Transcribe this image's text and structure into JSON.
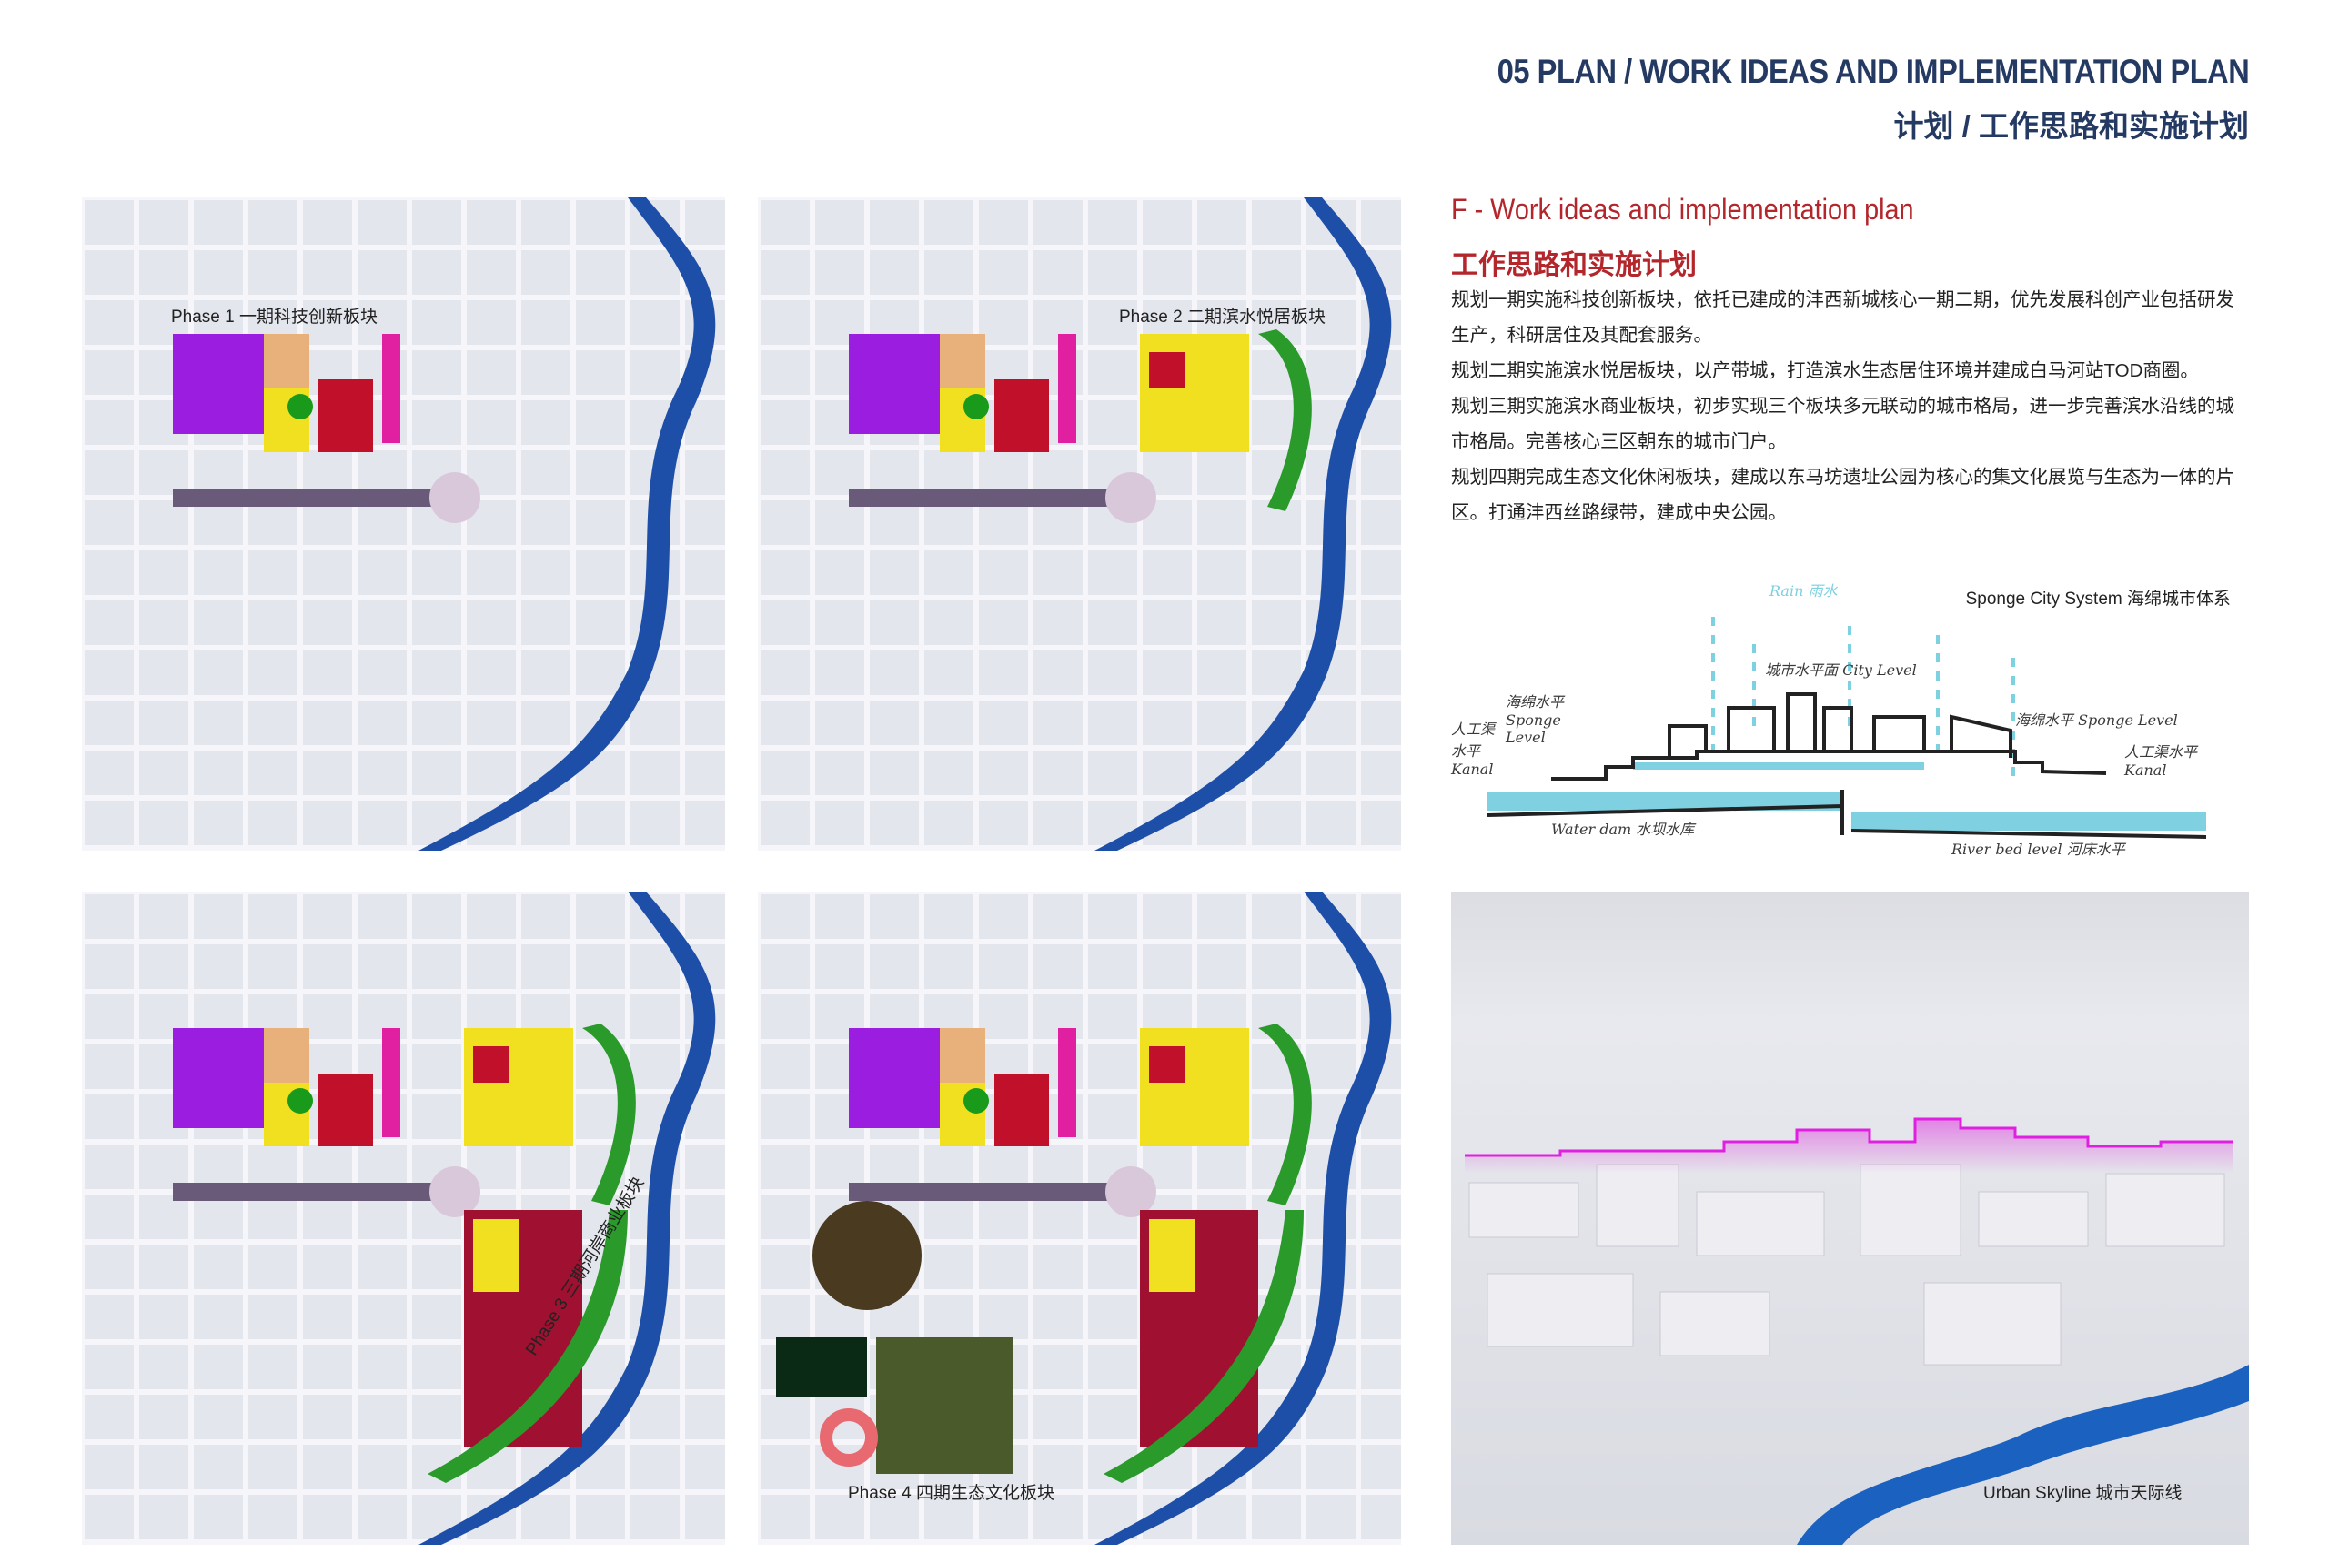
{
  "header": {
    "title_en": "05 PLAN / WORK IDEAS AND IMPLEMENTATION PLAN",
    "title_cn": "计划 / 工作思路和实施计划"
  },
  "section": {
    "title_en": "F - Work ideas and implementation plan",
    "title_cn": "工作思路和实施计划",
    "paragraphs": [
      "规划一期实施科技创新板块，依托已建成的沣西新城核心一期二期，优先发展科创产业包括研发生产，科研居住及其配套服务。",
      "规划二期实施滨水悦居板块，以产带城，打造滨水生态居住环境并建成白马河站TOD商圈。",
      "规划三期实施滨水商业板块，初步实现三个板块多元联动的城市格局，进一步完善滨水沿线的城市格局。完善核心三区朝东的城市门户。",
      "规划四期完成生态文化休闲板块，建成以东马坊遗址公园为核心的集文化展览与生态为一体的片区。打通沣西丝路绿带，建成中央公园。"
    ]
  },
  "phases": [
    {
      "label": "Phase 1 一期科技创新板块",
      "stage": 1
    },
    {
      "label": "Phase 2 二期滨水悦居板块",
      "stage": 2
    },
    {
      "label": "Phase 3 三期河岸商业板块",
      "stage": 3
    },
    {
      "label": "Phase 4 四期生态文化板块",
      "stage": 4
    }
  ],
  "sponge": {
    "title": "Sponge City System 海绵城市体系",
    "labels": {
      "rain": "Rain 雨水",
      "city": "城市水平面 City Level",
      "sponge_left": "海绵水平 Sponge Level",
      "sponge_right": "海绵水平 Sponge Level",
      "kanal_left": "人工渠水平 Kanal",
      "kanal_right": "人工渠水平 Kanal",
      "water_dam": "Water dam 水坝水库",
      "river_bed": "River bed level 河床水平"
    }
  },
  "skyline": {
    "label": "Urban Skyline 城市天际线"
  },
  "colors": {
    "title": "#253a63",
    "accent": "#b3262b",
    "water": "#1e4fa8",
    "sketch_water": "#7fd0e0",
    "skyline": "#e040e0"
  }
}
